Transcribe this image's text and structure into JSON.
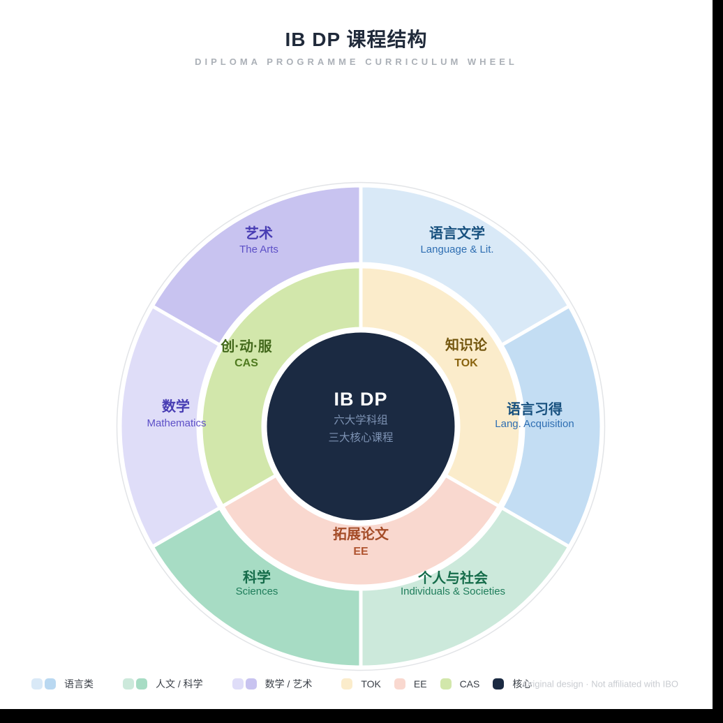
{
  "header": {
    "title": "IB DP 课程结构",
    "subtitle": "DIPLOMA PROGRAMME CURRICULUM WHEEL"
  },
  "wheel": {
    "center": {
      "title": "IB DP",
      "subtitle_line1": "六大学科组",
      "subtitle_line2": "三大核心课程",
      "fill": "#1b2a42",
      "title_color": "#ffffff",
      "subtitle_color": "#7e93b4"
    },
    "outer_segments": [
      {
        "id": "language-literature",
        "label": "语言文学",
        "sublabel": "Language & Lit.",
        "fill": "#d9e9f7",
        "label_color": "#17507e",
        "sublabel_color": "#2e6eb2"
      },
      {
        "id": "language-acquisition",
        "label": "语言习得",
        "sublabel": "Lang. Acquisition",
        "fill": "#c3ddf3",
        "label_color": "#17507e",
        "sublabel_color": "#2e6eb2"
      },
      {
        "id": "individuals-societies",
        "label": "个人与社会",
        "label2": "",
        "sublabel": "Individuals & Societies",
        "fill": "#cce9db",
        "label_color": "#156c4a",
        "sublabel_color": "#1f7d5b"
      },
      {
        "id": "sciences",
        "label": "科学",
        "sublabel": "Sciences",
        "fill": "#a7dcc4",
        "label_color": "#156c4a",
        "sublabel_color": "#1f7d5b"
      },
      {
        "id": "mathematics",
        "label": "数学",
        "sublabel": "Mathematics",
        "fill": "#dfddf8",
        "label_color": "#473cb3",
        "sublabel_color": "#5c4fc7"
      },
      {
        "id": "arts",
        "label": "艺术",
        "sublabel": "The Arts",
        "fill": "#c8c3f0",
        "label_color": "#473cb3",
        "sublabel_color": "#5c4fc7"
      }
    ],
    "inner_segments": [
      {
        "id": "tok",
        "label": "知识论",
        "sublabel": "TOK",
        "fill": "#fbeccb",
        "label_color": "#73560e",
        "sublabel_color": "#8a6410"
      },
      {
        "id": "ee",
        "label": "拓展论文",
        "sublabel": "EE",
        "fill": "#f9d8cf",
        "label_color": "#a44c28",
        "sublabel_color": "#b05531"
      },
      {
        "id": "cas",
        "label": "创·动·服",
        "sublabel": "CAS",
        "fill": "#d2e7ab",
        "label_color": "#43691c",
        "sublabel_color": "#4f7a1f"
      }
    ]
  },
  "legend": {
    "items": [
      {
        "label": "语言类",
        "swatches": [
          "#d9e9f7",
          "#b9d8f1"
        ]
      },
      {
        "label": "人文 / 科学",
        "swatches": [
          "#cce9db",
          "#a7dcc4"
        ]
      },
      {
        "label": "数学 / 艺术",
        "swatches": [
          "#dfddf8",
          "#c8c3f0"
        ]
      },
      {
        "label": "TOK",
        "swatches": [
          "#fbeccb"
        ]
      },
      {
        "label": "EE",
        "swatches": [
          "#f9d8cf"
        ]
      },
      {
        "label": "CAS",
        "swatches": [
          "#d2e7ab"
        ]
      },
      {
        "label": "核心",
        "swatches": [
          "#1b2a42"
        ]
      }
    ],
    "note": "Original design · Not affiliated with IBO"
  }
}
